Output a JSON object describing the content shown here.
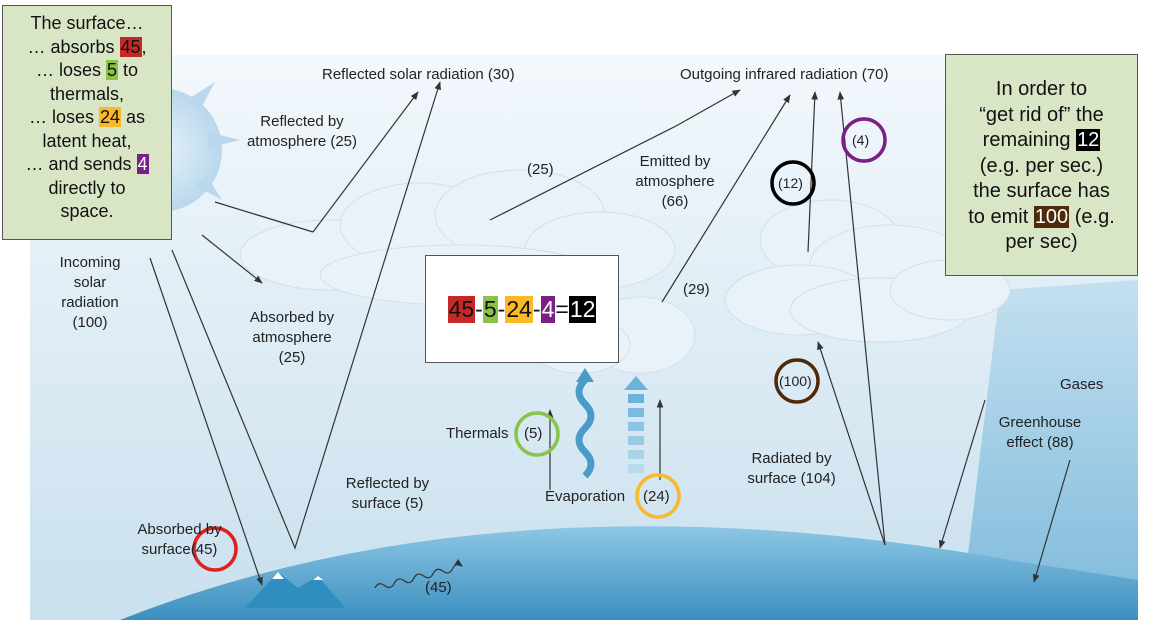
{
  "colors": {
    "red": "#c62828",
    "green": "#8bc34a",
    "orange": "#fbb829",
    "purple": "#7a1f86",
    "black": "#000000",
    "brown": "#4e2a0a",
    "sky_top": "#f2f7fb",
    "sky_bottom": "#cfe3f0",
    "earth": "#5aa8cf",
    "note_bg": "#d9e6c6"
  },
  "left_note": {
    "line1": "The surface…",
    "l2a": "… absorbs ",
    "l2n": "45",
    "l2b": ",",
    "l3a": "… loses ",
    "l3n": "5",
    "l3b": " to",
    "line4": "thermals,",
    "l5a": "… loses ",
    "l5n": "24",
    "l5b": " as",
    "line6": "latent heat,",
    "l7a": "… and sends ",
    "l7n": "4",
    "line8": "directly to",
    "line9": "space."
  },
  "right_note": {
    "line1": "In order to",
    "line2": "“get rid of” the",
    "l3a": "remaining ",
    "l3n": "12",
    "line4": "(e.g. per sec.)",
    "line5": "the surface has",
    "l6a": "to emit ",
    "l6n": "100",
    "l6b": " (e.g.",
    "line7": "per sec)"
  },
  "equation": {
    "a": "45",
    "m1": "-",
    "b": "5",
    "m2": "-",
    "c": "24",
    "m3": "-",
    "d": "4",
    "eq": "=",
    "r": "12"
  },
  "labels": {
    "reflected_solar": "Reflected solar radiation (30)",
    "outgoing_ir": "Outgoing infrared radiation (70)",
    "refl_atm_1": "Reflected by",
    "refl_atm_2": "atmosphere (25)",
    "val_25": "(25)",
    "emitted_1": "Emitted by",
    "emitted_2": "atmosphere",
    "emitted_3": "(66)",
    "incoming_1": "Incoming",
    "incoming_2": "solar",
    "incoming_3": "radiation",
    "incoming_4": "(100)",
    "abs_atm_1": "Absorbed by",
    "abs_atm_2": "atmosphere",
    "abs_atm_3": "(25)",
    "val_29": "(29)",
    "gases": "Gases",
    "greenhouse_1": "Greenhouse",
    "greenhouse_2": "effect (88)",
    "thermals": "Thermals",
    "thermals_val": "(5)",
    "radiated_1": "Radiated by",
    "radiated_2": "surface (104)",
    "refl_surf_1": "Reflected by",
    "refl_surf_2": "surface (5)",
    "evaporation": "Evaporation",
    "evap_val": "(24)",
    "abs_surf_1": "Absorbed by",
    "abs_surf_2": "surface",
    "abs_surf_val": "(45)",
    "val_45": "(45)",
    "circle_4": "(4)",
    "circle_12": "(12)",
    "circle_100": "(100)"
  }
}
